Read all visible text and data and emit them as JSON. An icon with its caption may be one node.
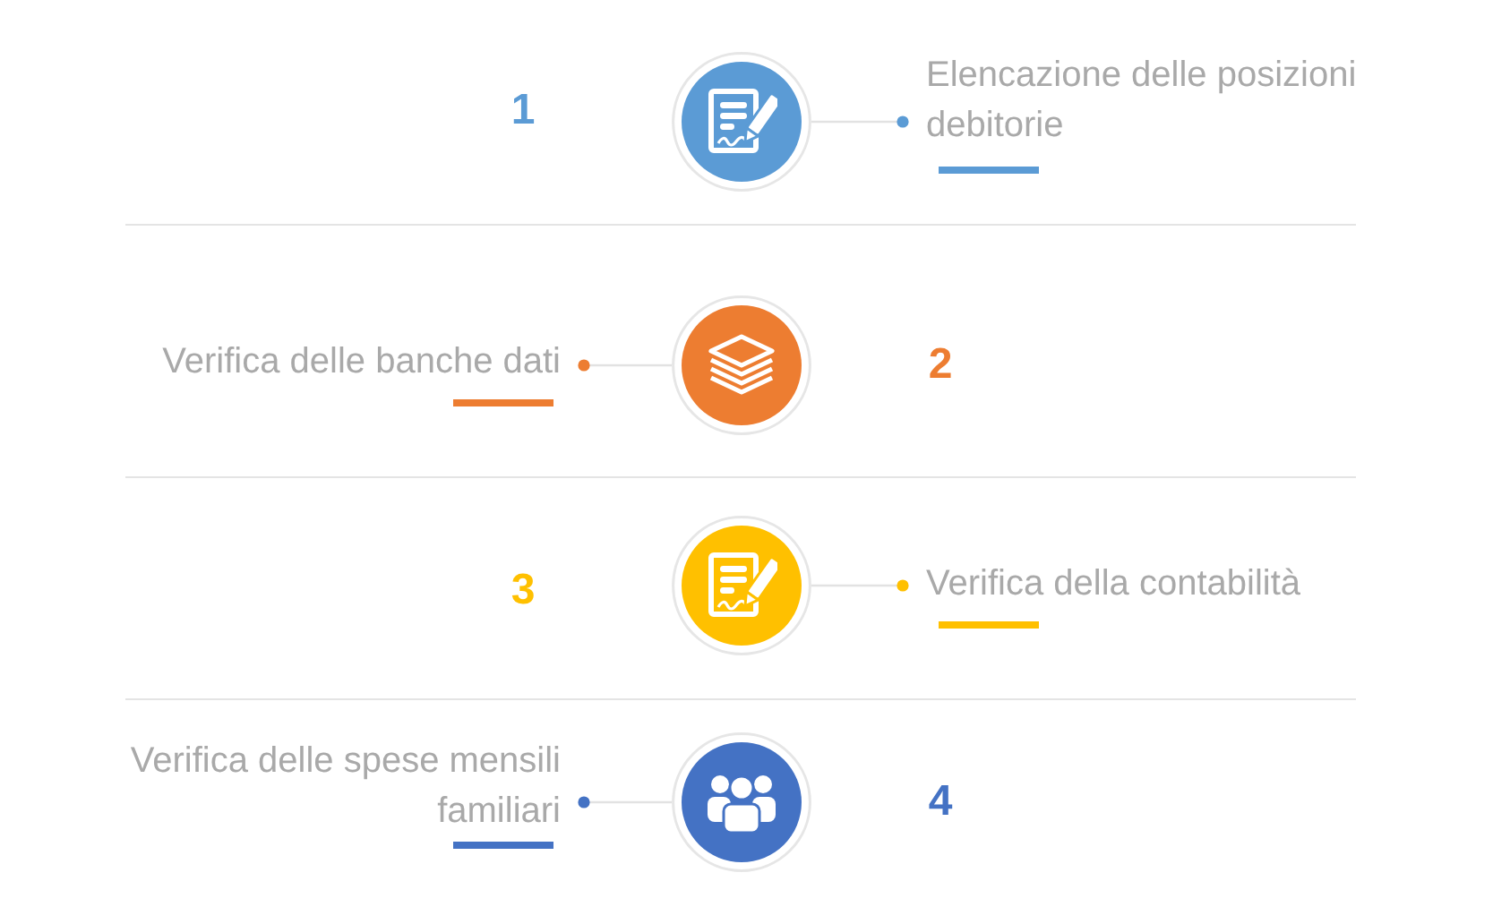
{
  "diagram": {
    "nodes": [
      {
        "text": [],
        "shape": "circle",
        "beside": [
          "1"
        ]
      },
      {
        "text": [
          "Elencazione delle posizioni debitorie"
        ]
      },
      {
        "text": [
          "Verifica delle banche dati"
        ]
      },
      {
        "text": [],
        "shape": "circle",
        "beside": [
          "2"
        ]
      },
      {
        "text": [],
        "shape": "circle",
        "beside": [
          "3"
        ]
      },
      {
        "text": [
          "Verifica della contabilità"
        ]
      },
      {
        "text": [
          "Verifica delle spese mensili familiari"
        ]
      },
      {
        "text": [],
        "shape": "circle",
        "beside": [
          "4"
        ]
      }
    ],
    "edges": [
      {
        "from": 1,
        "to": 0,
        "arrow": "other"
      },
      {
        "from": 2,
        "to": 3,
        "arrow": "other"
      },
      {
        "from": 5,
        "to": 4,
        "arrow": "other"
      },
      {
        "from": 6,
        "to": 7,
        "arrow": "other"
      }
    ]
  }
}
